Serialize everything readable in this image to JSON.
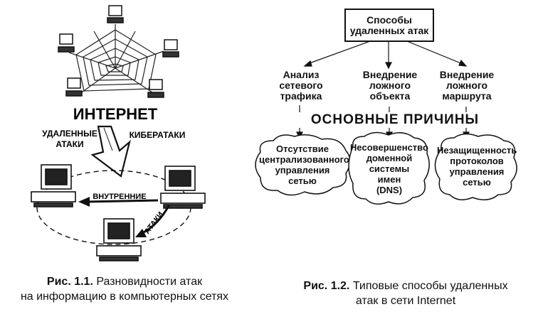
{
  "left_figure": {
    "internet_label": "ИНТЕРНЕТ",
    "remote_attacks_line1": "УДАЛЕННЫЕ",
    "remote_attacks_line2": "АТАКИ",
    "cyberattacks_label": "КИБЕРАТАКИ",
    "internal_label": "ВНУТРЕННИЕ",
    "attacks_label": "АТАКИ",
    "caption_prefix": "Рис. 1.1.",
    "caption_line1": "Разновидности атак",
    "caption_line2": "на информацию в компьютерных сетях",
    "icons": {
      "web": "spider-web-network",
      "computer": "desktop-computer",
      "node": "network-terminal"
    }
  },
  "right_figure": {
    "root": {
      "line1": "Способы",
      "line2": "удаленных атак"
    },
    "methods": [
      {
        "line1": "Анализ",
        "line2": "сетевого",
        "line3": "трафика"
      },
      {
        "line1": "Внедрение",
        "line2": "ложного",
        "line3": "объекта"
      },
      {
        "line1": "Внедрение",
        "line2": "ложного",
        "line3": "маршрута"
      }
    ],
    "reasons_header": "ОСНОВНЫЕ ПРИЧИНЫ",
    "reasons": [
      {
        "line1": "Отсутствие",
        "line2": "централизованного",
        "line3": "управления",
        "line4": "сетью"
      },
      {
        "line1": "Несовершенство",
        "line2": "доменной",
        "line3": "системы",
        "line4": "имен",
        "line5": "(DNS)"
      },
      {
        "line1": "Незащищенность",
        "line2": "протоколов",
        "line3": "управления",
        "line4": "сетью"
      }
    ],
    "caption_prefix": "Рис. 1.2.",
    "caption_line1": "Типовые способы удаленных",
    "caption_line2": "атак в сети Internet"
  },
  "colors": {
    "ink": "#111111",
    "background": "#ffffff"
  }
}
